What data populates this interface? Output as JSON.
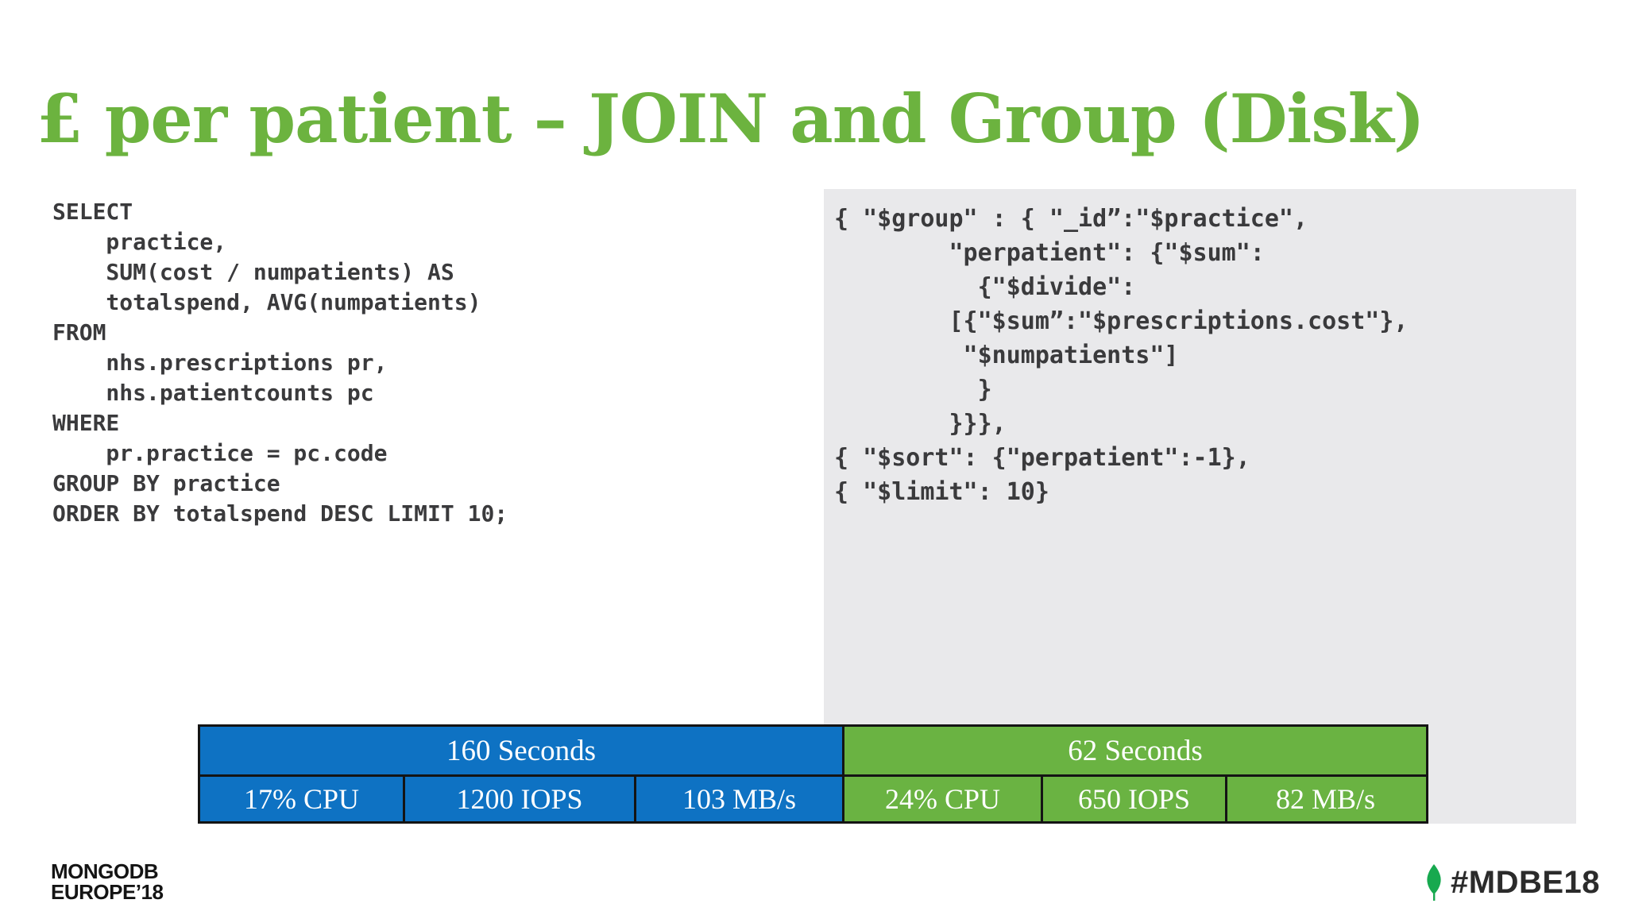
{
  "title": "£ per patient – JOIN and Group (Disk)",
  "sql_code": [
    "SELECT",
    "    practice,",
    "    SUM(cost / numpatients) AS",
    "    totalspend, AVG(numpatients)",
    "FROM",
    "    nhs.prescriptions pr,",
    "    nhs.patientcounts pc",
    "WHERE",
    "    pr.practice = pc.code",
    "GROUP BY practice",
    "ORDER BY totalspend DESC LIMIT 10;"
  ],
  "mongo_code": [
    "{ \"$group\" : { \"_id”:\"$practice\",",
    "        \"perpatient\": {\"$sum\":",
    "          {\"$divide\":",
    "        [{\"$sum”:\"$prescriptions.cost\"},",
    "         \"$numpatients\"]",
    "          }",
    "        }}},",
    "{ \"$sort\": {\"perpatient\":-1},",
    "{ \"$limit\": 10}"
  ],
  "results_table": {
    "sql_side": {
      "duration": "160 Seconds",
      "metrics": [
        "17% CPU",
        "1200 IOPS",
        "103 MB/s"
      ]
    },
    "mongo_side": {
      "duration": "62 Seconds",
      "metrics": [
        "24% CPU",
        "650 IOPS",
        "82 MB/s"
      ]
    }
  },
  "footer": {
    "event_logo_line1": "MONGODB",
    "event_logo_line2": "EUROPE’18",
    "hashtag": "#MDBE18",
    "leaf_icon": "mongodb-leaf-icon"
  },
  "colors": {
    "title_green": "#6cb33f",
    "table_blue": "#0e72c3",
    "table_green": "#6ab342",
    "panel_gray": "#e9e9eb",
    "leaf_green": "#17a94f",
    "code_text": "#3a3a3c",
    "border_black": "#141414"
  }
}
